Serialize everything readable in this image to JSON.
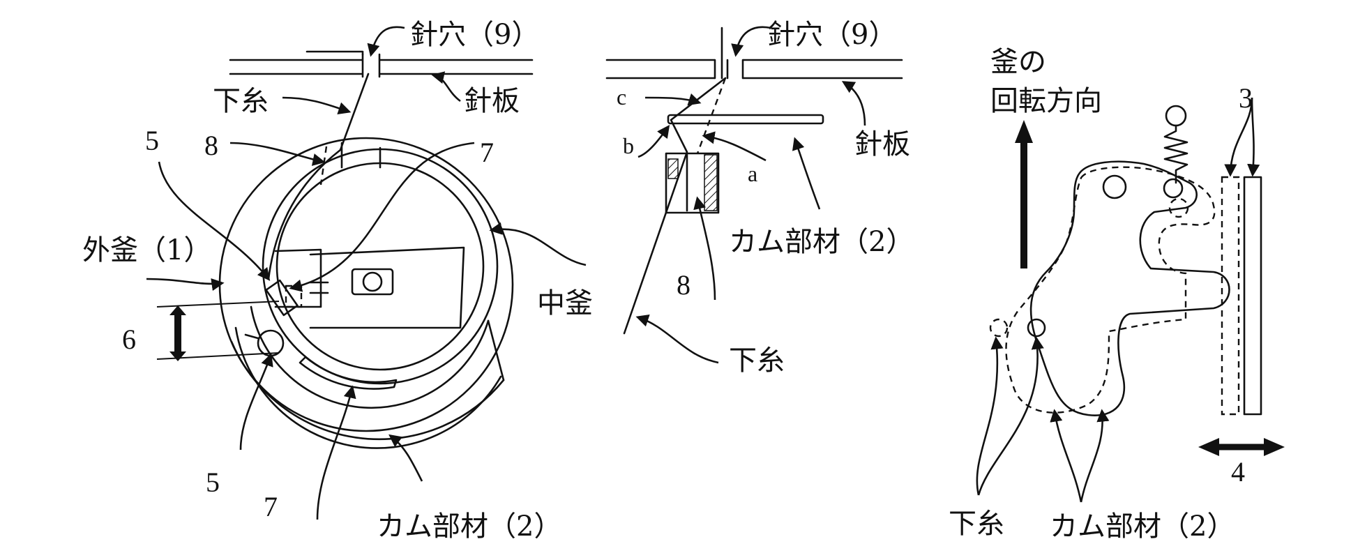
{
  "left_panel": {
    "needle_hole": "針穴（9）",
    "needle_plate": "針板",
    "lower_thread": "下糸",
    "outer_hook": "外釜（1）",
    "middle_hook": "中釜",
    "cam_member": "カム部材（2）",
    "n5_top": "5",
    "n5_bottom": "5",
    "n6": "6",
    "n7_top": "7",
    "n7_bottom": "7",
    "n8": "8"
  },
  "middle_panel": {
    "needle_hole": "針穴（9）",
    "needle_plate": "針板",
    "cam_member": "カム部材（2）",
    "lower_thread": "下糸",
    "a": "a",
    "b": "b",
    "c": "c",
    "n8": "8"
  },
  "right_panel": {
    "rotation_line1": "釜の",
    "rotation_line2": "回転方向",
    "n3": "3",
    "n4": "4",
    "lower_thread": "下糸",
    "cam_member": "カム部材（2）"
  },
  "icons": [
    "arrowhead-icon",
    "double-arrow-icon",
    "spring-icon"
  ],
  "colors": {
    "ink": "#111111",
    "background": "#ffffff"
  }
}
